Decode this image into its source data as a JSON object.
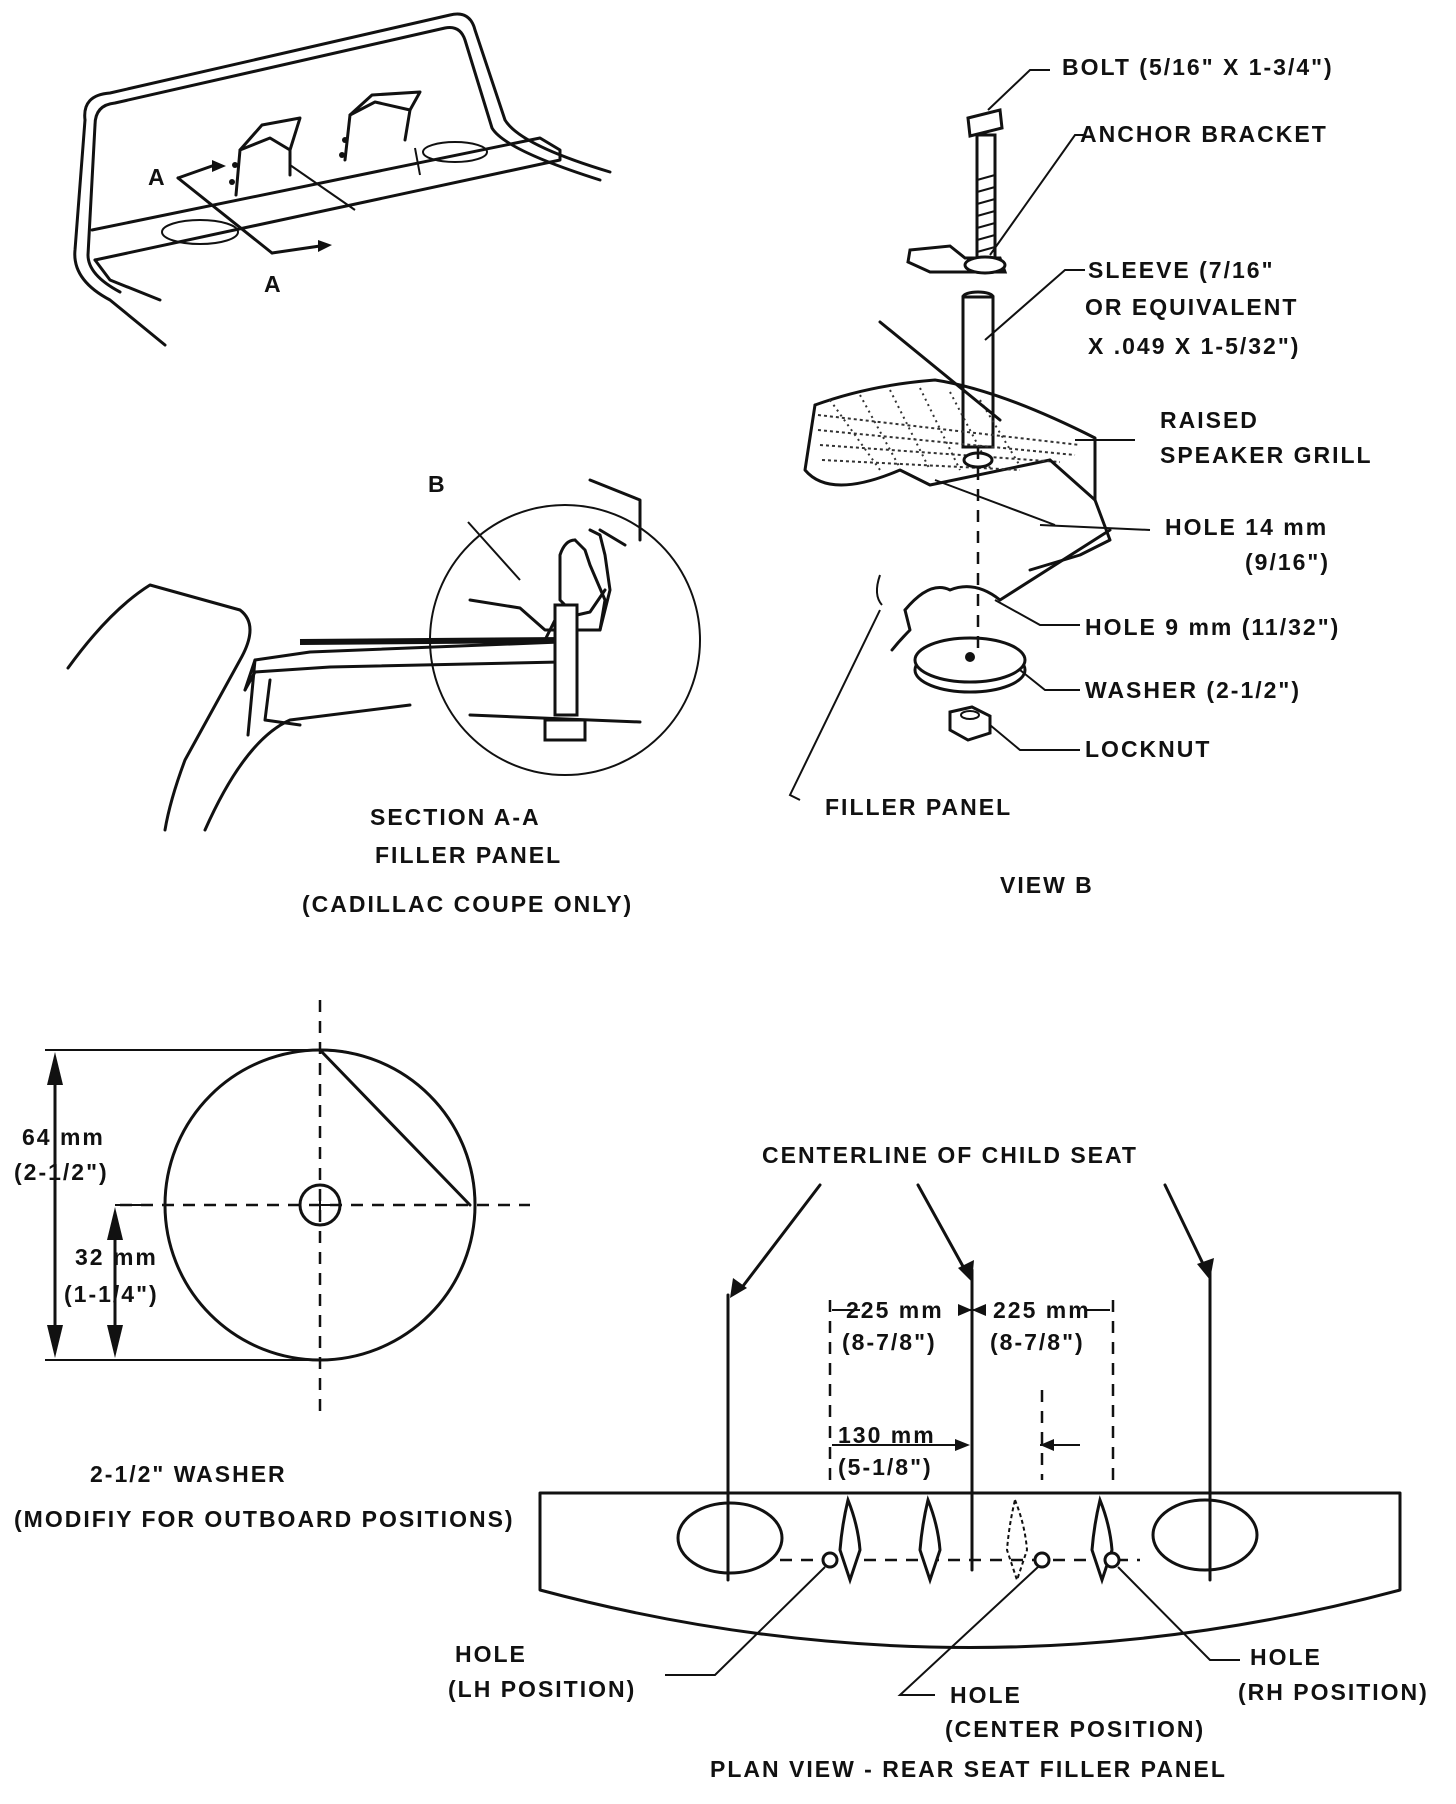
{
  "view_b": {
    "labels": {
      "bolt": "BOLT (5/16\" X 1-3/4\")",
      "anchor_bracket": "ANCHOR BRACKET",
      "sleeve_1": "SLEEVE (7/16\"",
      "sleeve_2": "OR EQUIVALENT",
      "sleeve_3": "X .049 X  1-5/32\")",
      "raised_1": "RAISED",
      "raised_2": "SPEAKER GRILL",
      "hole14_1": "HOLE 14 mm",
      "hole14_2": "(9/16\")",
      "hole9": "HOLE 9 mm (11/32\")",
      "washer": "WASHER (2-1/2\")",
      "locknut": "LOCKNUT",
      "filler_panel": "FILLER PANEL"
    },
    "caption": "VIEW B"
  },
  "overview": {
    "section_marker_top": "A",
    "section_marker_bottom": "A"
  },
  "section_aa": {
    "detail_marker": "B",
    "caption_1": "SECTION A-A",
    "caption_2": "FILLER PANEL",
    "caption_3": "(CADILLAC COUPE ONLY)"
  },
  "washer_detail": {
    "dim_overall_1": "64 mm",
    "dim_overall_2": "(2-1/2\")",
    "dim_half_1": "32 mm",
    "dim_half_2": "(1-1/4\")",
    "caption_1": "2-1/2\" WASHER",
    "caption_2": "(MODIFIY FOR OUTBOARD POSITIONS)"
  },
  "plan_view": {
    "centerline_label": "CENTERLINE OF CHILD SEAT",
    "dim_left_1": "225 mm",
    "dim_left_2": "(8-7/8\")",
    "dim_right_1": "225 mm",
    "dim_right_2": "(8-7/8\")",
    "dim_center_1": "130 mm",
    "dim_center_2": "(5-1/8\")",
    "hole_lh_1": "HOLE",
    "hole_lh_2": "(LH POSITION)",
    "hole_center_1": "HOLE",
    "hole_center_2": "(CENTER POSITION)",
    "hole_rh_1": "HOLE",
    "hole_rh_2": "(RH POSITION)",
    "caption": "PLAN VIEW - REAR SEAT FILLER PANEL"
  }
}
